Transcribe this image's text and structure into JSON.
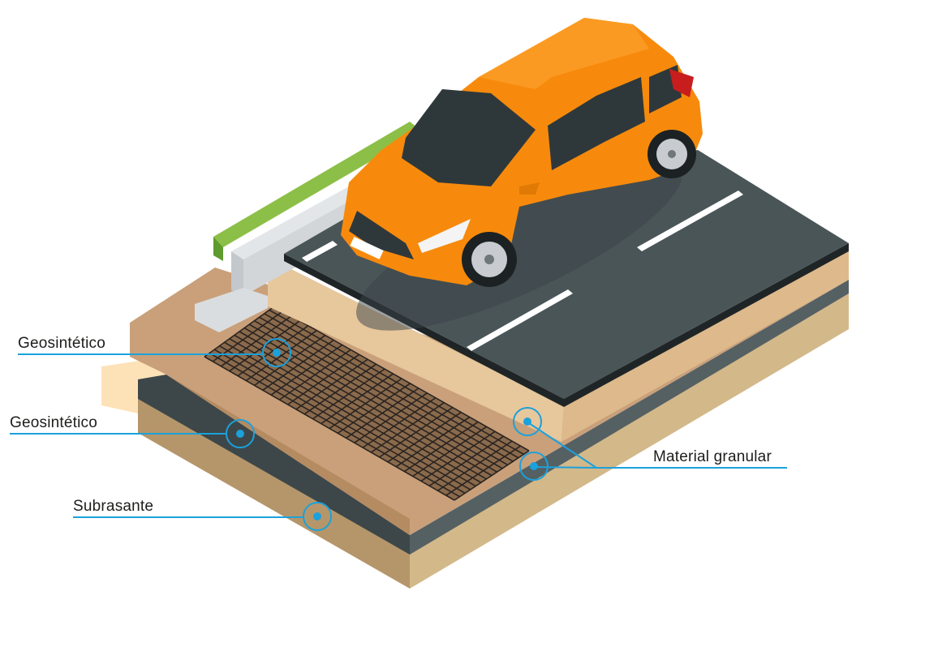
{
  "labels": {
    "geosynthetic_top": "Geosintético",
    "geosynthetic_bottom": "Geosintético",
    "subgrade": "Subrasante",
    "granular_material": "Material granular"
  },
  "colors": {
    "accent_line": "#1ba1dc",
    "asphalt": "#4a5558",
    "car": "#f78a0c",
    "grass": "#8cbf47",
    "subgrade": "#b89a6c",
    "granular": "#e9c79d"
  }
}
